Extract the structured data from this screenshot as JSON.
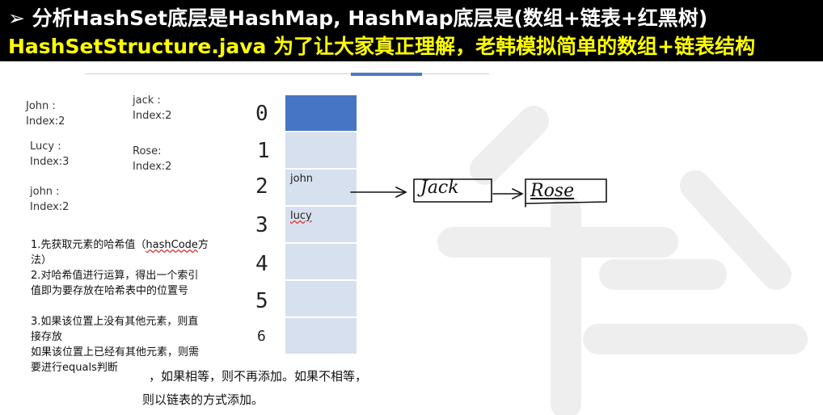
{
  "banner": {
    "line1": "➢ 分析HashSet底层是HashMap, HashMap底层是(数组+链表+红黑树)",
    "line2": "HashSetStructure.java  为了让大家真正理解，老韩模拟简单的数组+链表结构"
  },
  "notes": [
    {
      "name": "John :",
      "index": "Index:2"
    },
    {
      "name": "jack :",
      "index": "Index:2"
    },
    {
      "name": "Lucy :",
      "index": "Index:3"
    },
    {
      "name": "Rose:",
      "index": "Index:2"
    },
    {
      "name": "john :",
      "index": "Index:2"
    }
  ],
  "table": {
    "indices": [
      "0",
      "1",
      "2",
      "3",
      "4",
      "5",
      "6"
    ],
    "slot_labels": [
      "",
      "",
      "john",
      "lucy",
      "",
      "",
      ""
    ]
  },
  "chain": {
    "node1": "Jack",
    "node2": "Rose"
  },
  "steps": {
    "s1a": "1.先获取元素的哈希值（",
    "s1b": "hashCode",
    "s1c": "方",
    "s1d": "法）",
    "s2a": "2.对哈希值进行运算，得出一个索引",
    "s2b": "值即为要存放在哈希表中的位置号",
    "s3a": "3.如果该位置上没有其他元素，则直",
    "s3b": "接存放",
    "s3c": "如果该位置上已经有其他元素，则需",
    "s3d": "要进行equals判断"
  },
  "bottom": {
    "line1": "，如果相等，则不再添加。如果不相等，",
    "line2": "则以链表的方式添加。"
  },
  "colors": {
    "banner_bg": "#000000",
    "banner_title": "#ffffff",
    "banner_subtitle": "#ffff00",
    "slot_blue": "#4575c4",
    "slot_light": "#d7e0ee"
  }
}
